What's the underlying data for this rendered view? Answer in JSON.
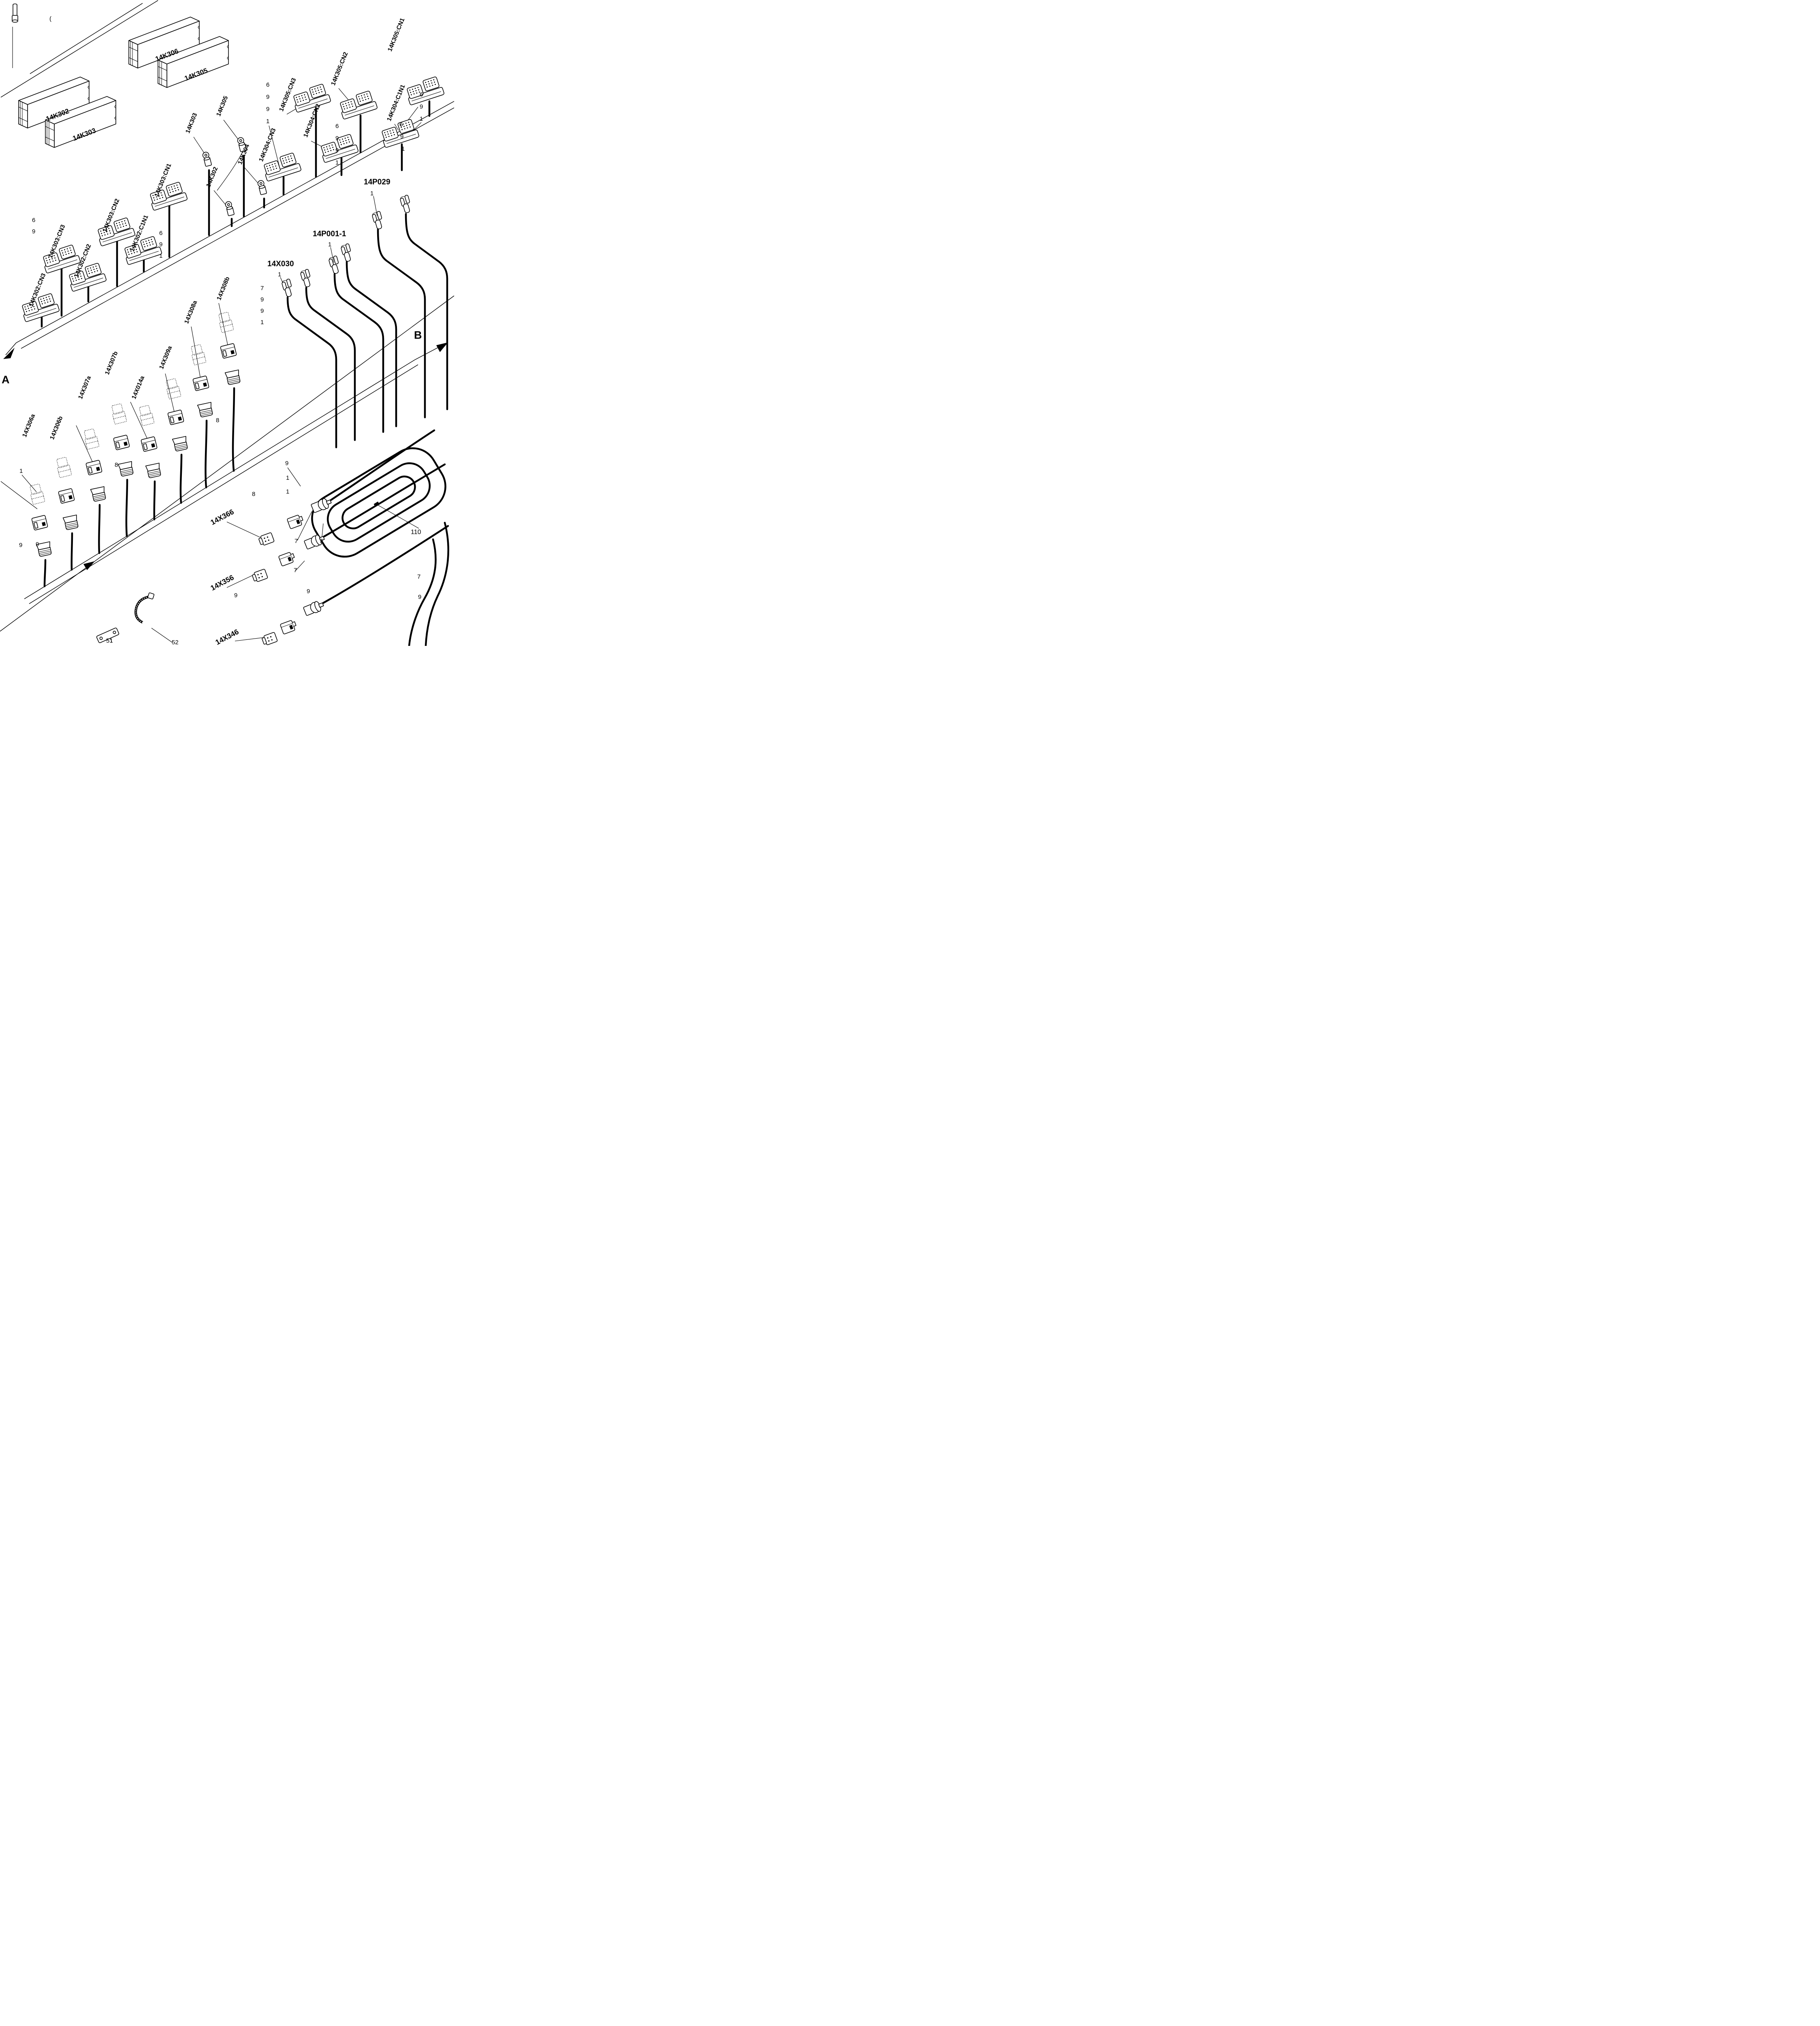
{
  "diagram": {
    "arrow_a": "A",
    "arrow_b": "B",
    "boxes": [
      "14K302",
      "14K303",
      "14K306",
      "14K305"
    ],
    "k_labels": [
      "14K302:CN3",
      "14K303:CN3",
      "14K302:CN2",
      "14K303:CN2",
      "14K302:C1N1",
      "14K303:CN1",
      "14K303",
      "14K302",
      "14K305",
      "14K304",
      "14K304:CN3",
      "14K305:CN3",
      "14K304:CN2",
      "14K305:CN2",
      "14K304:C1N1",
      "14K305:CN1"
    ],
    "p_groups": [
      {
        "label": "14P029",
        "callout": "1"
      },
      {
        "label": "14P001-1",
        "callout": "1"
      },
      {
        "label": "14X030",
        "callout": "1"
      }
    ],
    "x_labels": [
      "14X306a",
      "14X306b",
      "14X307a",
      "14X307b",
      "14X014a",
      "14X309a",
      "14X308a",
      "14X308b"
    ],
    "s_labels": [
      "14X366",
      "14X356",
      "14X346"
    ],
    "wire_marker": "110",
    "bottom_callouts": [
      "51",
      "52"
    ],
    "fragments": [
      "6",
      "9",
      "6",
      "9",
      "1",
      "6",
      "9",
      "9",
      "1",
      "6",
      "9",
      "9",
      "1",
      "6",
      "9",
      "1",
      "6",
      "9",
      "1",
      "7",
      "9",
      "9",
      "1",
      "8",
      "8",
      "1",
      "9",
      "9",
      "8",
      "9",
      "1",
      "1",
      "7",
      "7",
      "9",
      "7",
      "9",
      "7",
      "9",
      "("
    ]
  }
}
